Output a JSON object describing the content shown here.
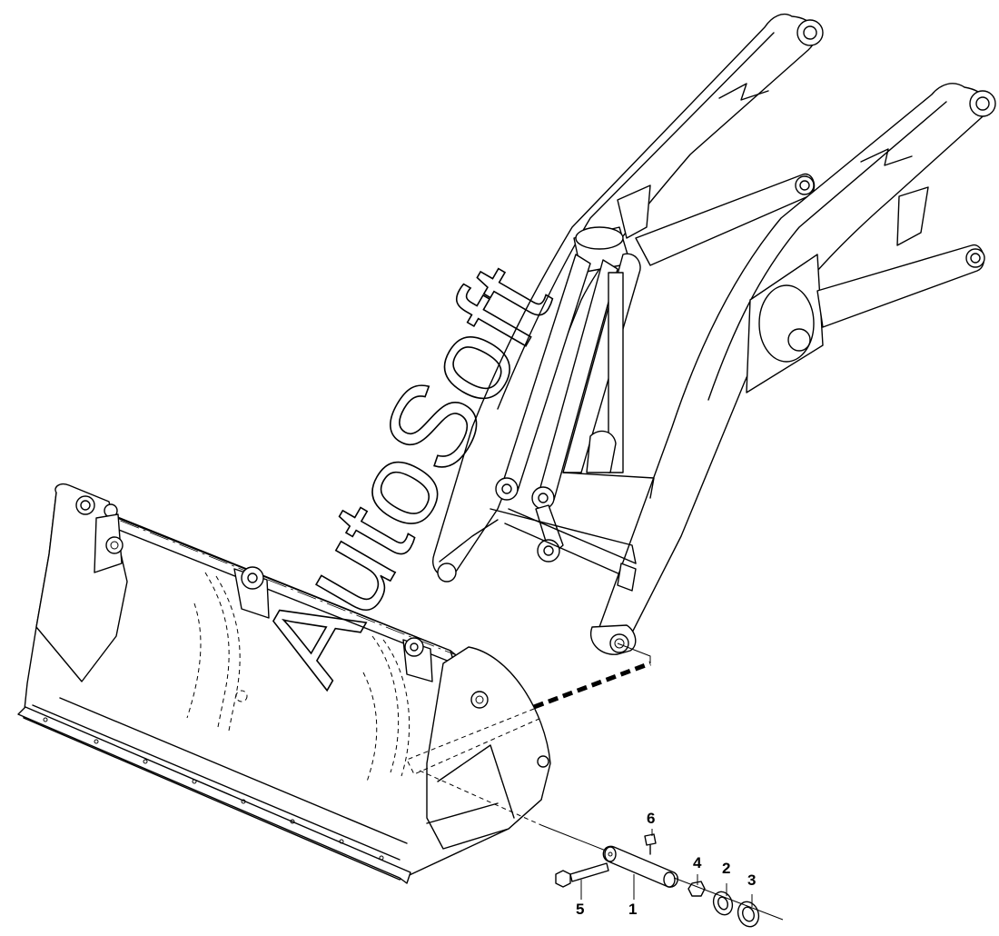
{
  "watermark": "AutoSoft",
  "callouts": [
    {
      "id": "1",
      "label": "1"
    },
    {
      "id": "2",
      "label": "2"
    },
    {
      "id": "3",
      "label": "3"
    },
    {
      "id": "4",
      "label": "4"
    },
    {
      "id": "5",
      "label": "5"
    },
    {
      "id": "6",
      "label": "6"
    }
  ]
}
